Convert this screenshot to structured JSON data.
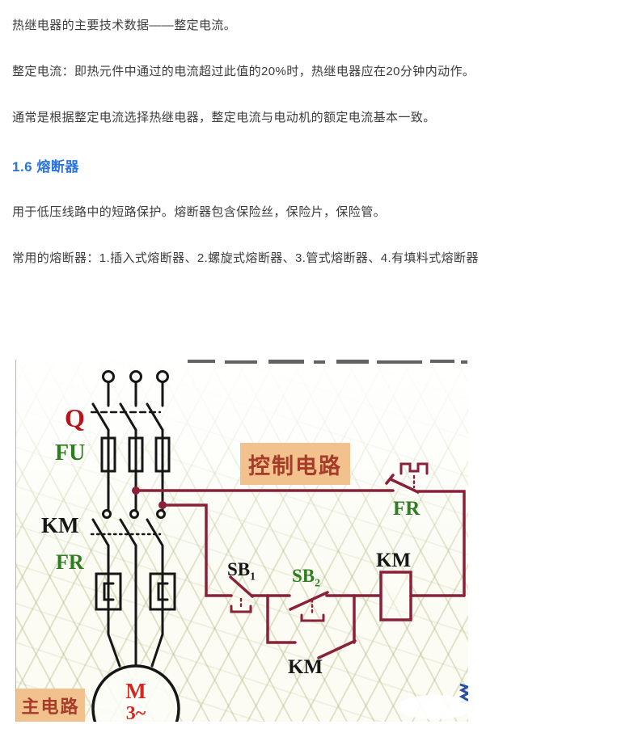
{
  "document": {
    "paragraphs": [
      "热继电器的主要技术数据——整定电流。",
      "整定电流：即热元件中通过的电流超过此值的20%时，热继电器应在20分钟内动作。",
      "通常是根据整定电流选择热继电器，整定电流与电动机的额定电流基本一致。"
    ],
    "heading": "1.6 熔断器",
    "paragraphs_after": [
      "用于低压线路中的短路保护。熔断器包含保险丝，保险片，保险管。",
      "常用的熔断器：1.插入式熔断器、2.螺旋式熔断器、3.管式熔断器、4.有填料式熔断器"
    ]
  },
  "diagram": {
    "labels": {
      "q": "Q",
      "fu": "FU",
      "km_main": "KM",
      "fr_main": "FR",
      "control_circuit": "控制电路",
      "fr_control": "FR",
      "sb1_base": "SB",
      "sb1_sub": "1",
      "sb2_base": "SB",
      "sb2_sub": "2",
      "km_coil": "KM",
      "km_aux": "KM",
      "main_circuit": "主电路",
      "motor_m": "M",
      "motor_phase": "3~"
    },
    "colors": {
      "wire_maroon": "#8b2039",
      "line_black": "#161616",
      "label_green": "#2e7d1f",
      "label_red": "#b5161c",
      "motor_red": "#d22823",
      "tag_box_bg": "#f2c28e",
      "tag_box_text": "#a53b28",
      "heading_blue": "#2b74d9"
    }
  }
}
